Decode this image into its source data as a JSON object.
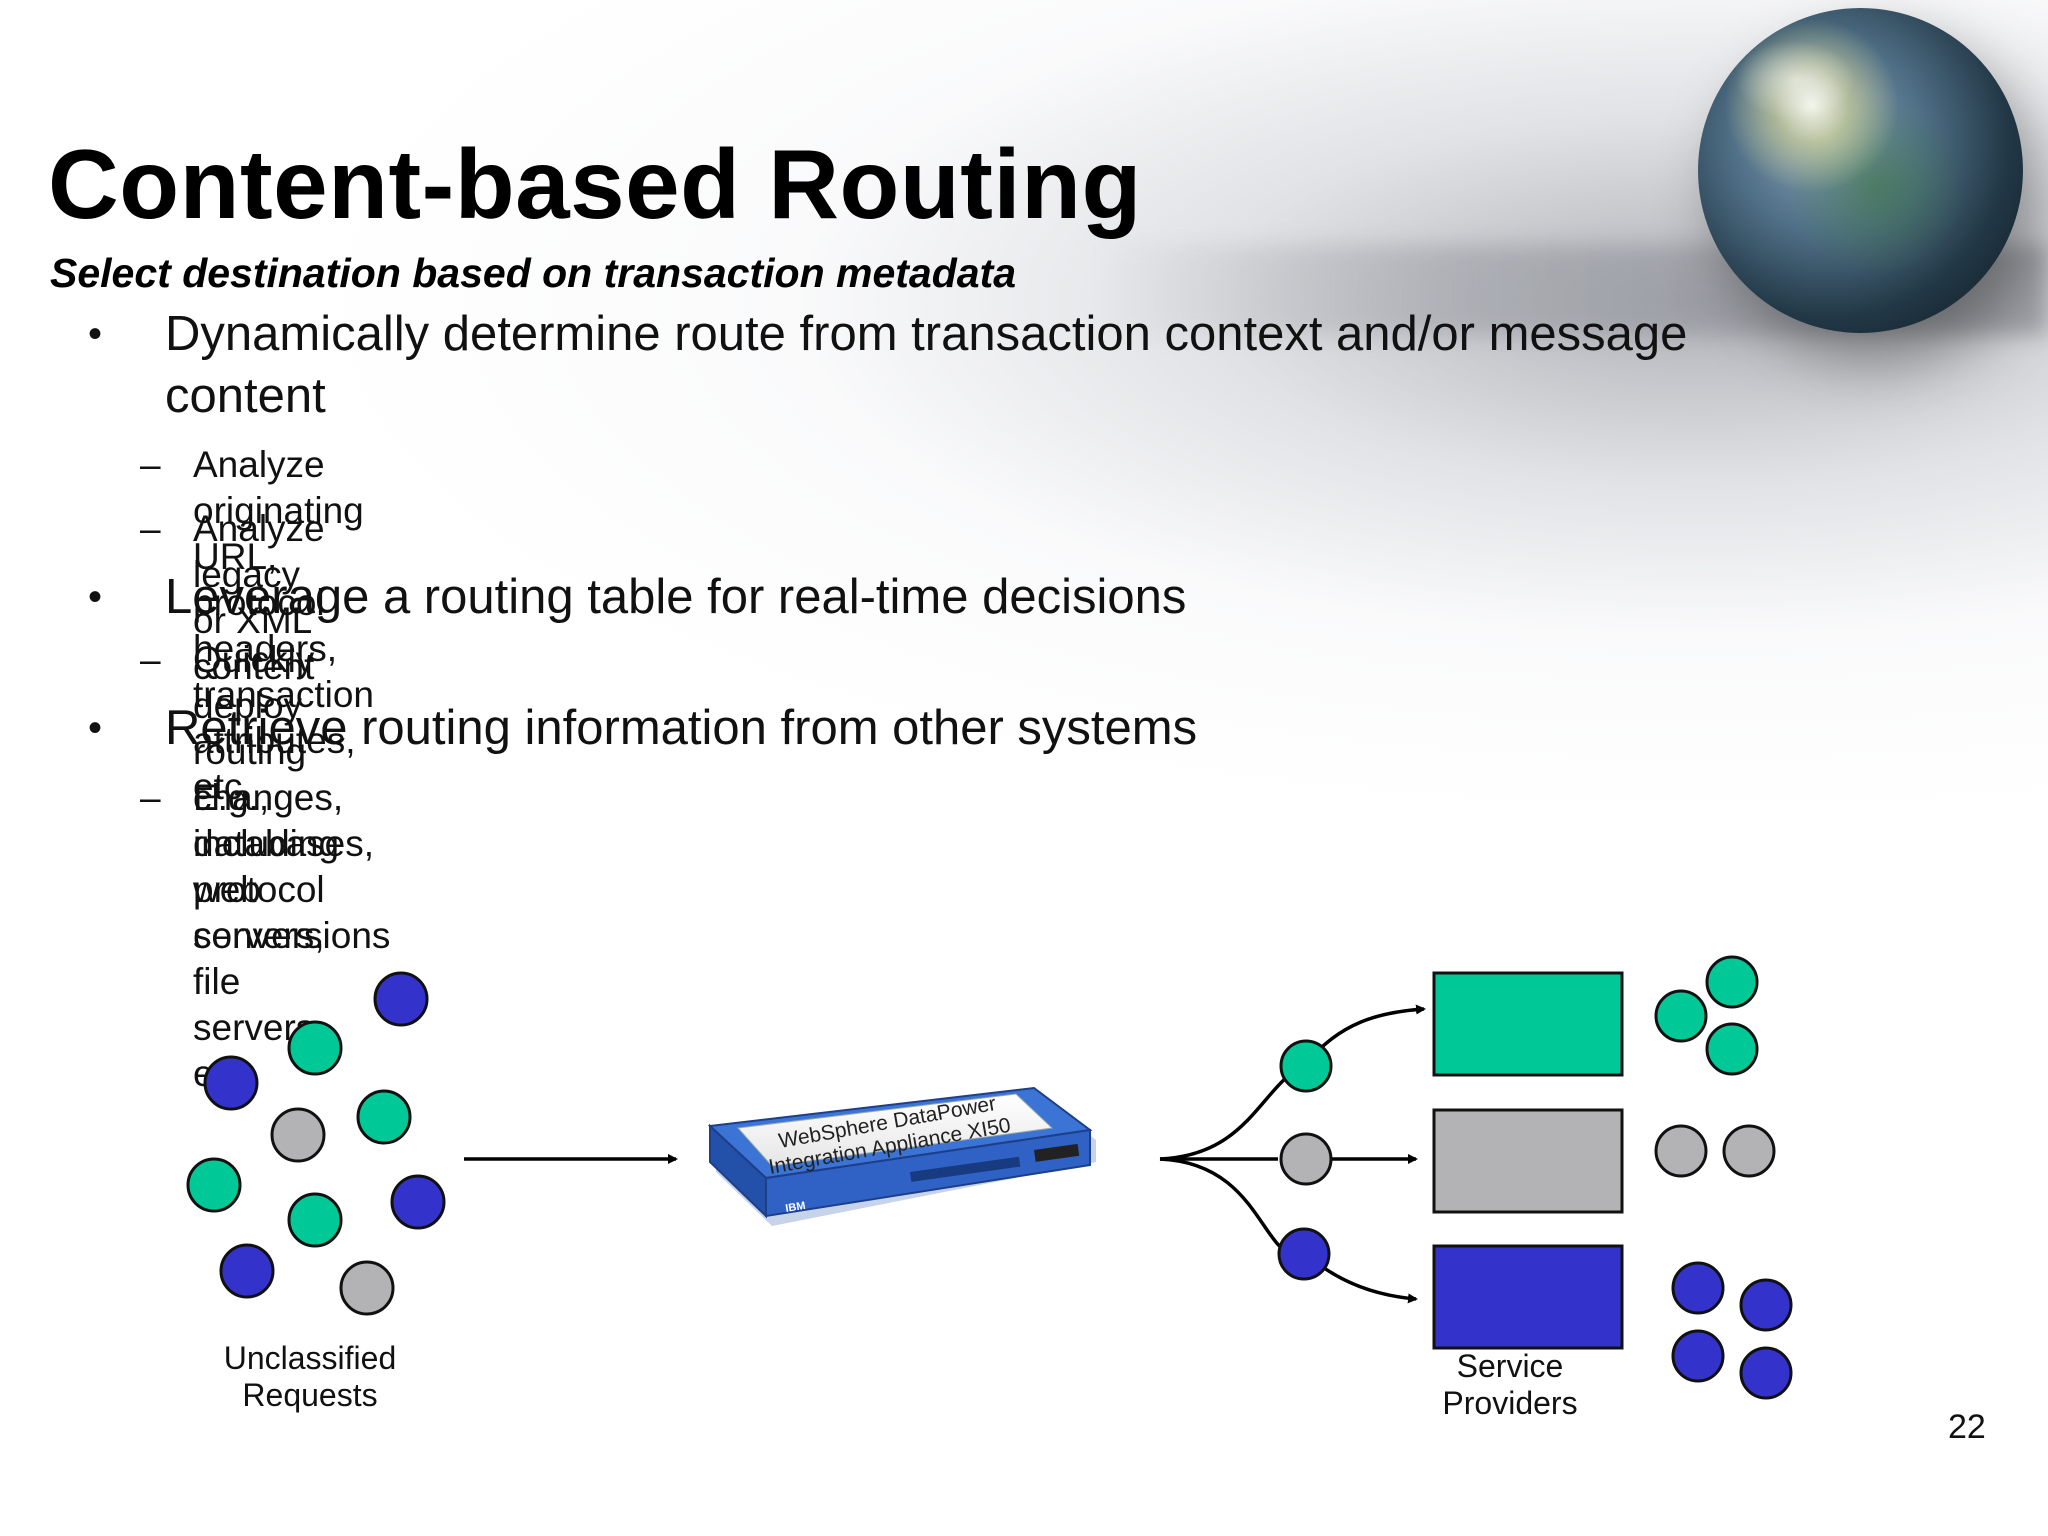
{
  "slide": {
    "title": "Content-based Routing",
    "subtitle": "Select destination based on transaction metadata",
    "page_number": "22"
  },
  "bullets": [
    {
      "text": "Dynamically determine route from transaction context and/or message content",
      "sub": [
        "Analyze originating URL, protocol headers, transaction attributes, etc.",
        "Analyze legacy or XML content"
      ]
    },
    {
      "text": "Leverage a routing table for real-time decisions",
      "sub": [
        "Quickly deploy routing changes, including protocol conversions"
      ]
    },
    {
      "text": "Retrieve routing information from other systems",
      "sub": [
        "E.g., databases, web servers, file servers, etc."
      ]
    }
  ],
  "diagram": {
    "left_label_line1": "Unclassified",
    "left_label_line2": "Requests",
    "right_label_line1": "Service",
    "right_label_line2": "Providers",
    "appliance_line1": "WebSphere DataPower",
    "appliance_line2": "Integration Appliance XI50",
    "appliance_brand": "IBM",
    "colors": {
      "green": "#00c896",
      "gray": "#b3b3b5",
      "blue": "#3333cc",
      "appliance_blue": "#2f62c4"
    }
  }
}
